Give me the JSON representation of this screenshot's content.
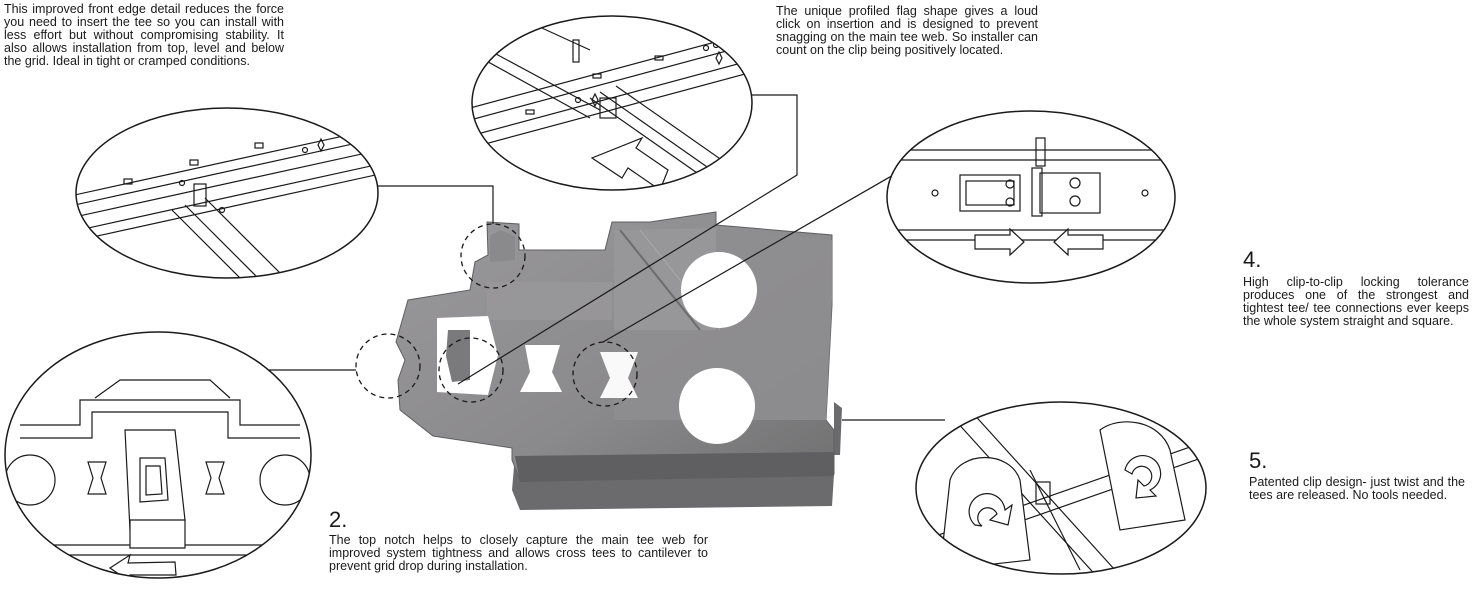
{
  "callouts": [
    {
      "number": "",
      "text": "This improved front edge detail reduces the force you need to insert the tee so you can install with less effort but without compromising stability. It also allows installation from top, level and below the grid. Ideal in tight or cramped conditions."
    },
    {
      "number": "",
      "text": "The unique profiled flag shape gives a loud click on insertion and is designed to prevent snagging on the main tee web. So installer can count on the clip being positively located."
    },
    {
      "number": "2.",
      "text": "The top notch helps to closely capture the main tee web for improved system tightness and allows cross tees to cantilever to prevent grid drop during installation."
    },
    {
      "number": "4.",
      "text": "High clip-to-clip locking tolerance produces one of the strongest and tightest tee/ tee connections ever keeps the whole system straight and square."
    },
    {
      "number": "5.",
      "text": "Patented clip design- just twist and the tees are released. No tools needed."
    }
  ],
  "colors": {
    "clip_fill": "#8c8b8c",
    "clip_shadow": "#5f5e60",
    "line": "#1a1a1a",
    "background": "#ffffff"
  }
}
